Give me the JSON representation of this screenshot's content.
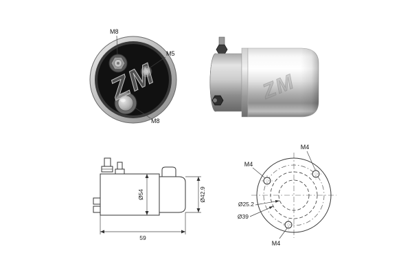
{
  "colors": {
    "background": "#ffffff",
    "drawing_line": "#333333",
    "watermark": "#c4c4c4"
  },
  "watermark": {
    "text": "ZM"
  },
  "front_view": {
    "label_top_terminal": "M8",
    "label_small_terminal": "M5",
    "label_bottom_terminal": "M8"
  },
  "side_view": {
    "dim_body_diameter": "Ø54",
    "dim_front_diameter": "Ø42.9",
    "dim_length": "59"
  },
  "rear_view": {
    "label_hole_top": "M4",
    "label_hole_left": "M4",
    "label_hole_bottom": "M4",
    "dim_inner_circle": "Ø25.2",
    "dim_middle_circle": "Ø39"
  }
}
